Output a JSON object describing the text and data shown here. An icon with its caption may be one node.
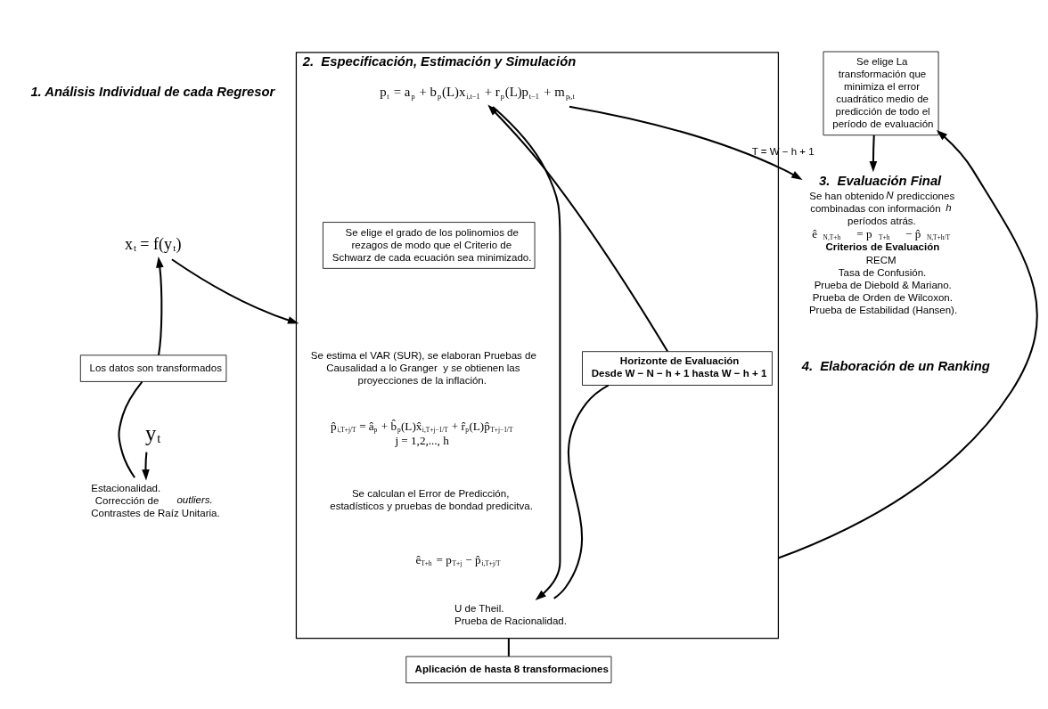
{
  "diagram": {
    "nodes": [
      {
        "text": [
          "2.  Especificación, Estimación y Simulación"
        ]
      },
      {
        "text": [
          "x$_{t}$ = f(y$_{t}$)"
        ]
      },
      {
        "text": [
          "y$_{t}$"
        ]
      },
      {
        "text": [
          "Estacionalidad.",
          "Corrección de *outliers.*",
          "Contrastes de Raíz Unitaria."
        ]
      },
      {
        "text": [
          "Los datos son transformados"
        ]
      },
      {
        "text": [
          "Horizonte de Evaluación",
          "Desde W − N − h + 1 hasta W − h + 1"
        ],
        "in": 0
      },
      {
        "text": [
          "p$_{t}$ = a$_{p}$ + b$_{p}$(L)x$_{i,t−1}$ + r$_{p}$(L)p$_{t−1}$ + m$_{pᵢ,t}$"
        ],
        "in": 0
      },
      {
        "text": [
          "Se elige el grado de los polinomios de rezagos de modo que el Criterio de Schwarz de cada ecuación sea minimizado."
        ],
        "in": 0
      },
      {
        "text": [
          "Se estima el VAR (SUR), se elaboran Pruebas de Causalidad a lo Granger  y se obtienen las proyecciones de la inflación."
        ],
        "in": 0
      },
      {
        "text": [
          "p̂$_{i,T+j/T}$ = â$_{p}$ + b̂$_{p}$(L)x̂$_{i,T+j−1/T}$ + r̂$_{p}$(L)p̂$_{T+j−1/T}$",
          "j = 1,2,..., h"
        ],
        "in": 0
      },
      {
        "text": [
          "Se calculan el Error de Predicción, estadísticos y pruebas de bondad predicitva."
        ],
        "in": 0
      },
      {
        "text": [
          "ê$_{T+h}$ = p$_{T+j}$ − p̂$_{i,T+j/T}$"
        ],
        "in": 0
      },
      {
        "text": [
          "U de Theil.",
          "Prueba de Racionalidad."
        ],
        "in": 0
      },
      {
        "text": [
          "Aplicación de hasta 8 transformaciones"
        ]
      },
      {
        "text": [
          "Se elige La transformación que minimiza el error cuadrático medio de predicción de todo el período de evaluación"
        ]
      },
      {
        "text": [
          "3.  Evaluación Final",
          "Se han obtenido *N* predicciones combinadas con información *h* períodos atrás.",
          "ê$_{N,T+h}$ = p$_{T+h}$ − p̂$_{N,T+h/T}$",
          "Criterios de Evaluación",
          "RECM",
          "Tasa de Confusión.",
          "Prueba de Diebold & Mariano.",
          "Prueba de Orden de Wilcoxon.",
          "Prueba de Estabilidad (Hansen)."
        ]
      }
    ],
    "edges": [
      {
        "from": 2,
        "to": 3,
        "arrow": "to"
      },
      {
        "from": 3,
        "to": 4,
        "arrow": "none"
      },
      {
        "from": 4,
        "to": 1,
        "arrow": "to"
      },
      {
        "from": 1,
        "to": 0,
        "arrow": "to"
      },
      {
        "from": 5,
        "to": 6,
        "arrow": "to"
      },
      {
        "from": 6,
        "to": 12,
        "arrow": "to"
      },
      {
        "from": 12,
        "to": 5,
        "arrow": "none"
      },
      {
        "from": 6,
        "to": 15,
        "label": "T = W − h + 1",
        "arrow": "to"
      },
      {
        "from": 0,
        "to": 13,
        "arrow": "none"
      },
      {
        "from": 0,
        "to": 14,
        "arrow": "to"
      },
      {
        "from": 14,
        "to": 15,
        "arrow": "to"
      }
    ],
    "labels": [
      "1. Análisis Individual de cada Regresor",
      "4.  Elaboración de un Ranking"
    ]
  }
}
